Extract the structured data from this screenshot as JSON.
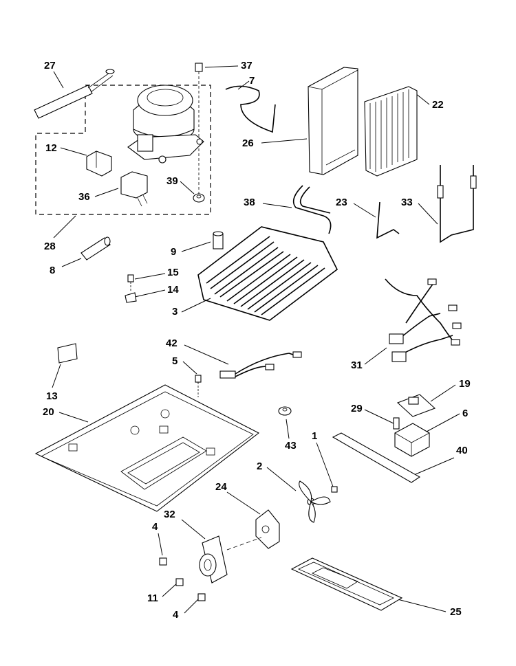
{
  "callouts": [
    {
      "id": "27",
      "label": "27"
    },
    {
      "id": "37",
      "label": "37"
    },
    {
      "id": "7",
      "label": "7"
    },
    {
      "id": "22",
      "label": "22"
    },
    {
      "id": "12",
      "label": "12"
    },
    {
      "id": "26",
      "label": "26"
    },
    {
      "id": "39",
      "label": "39"
    },
    {
      "id": "36",
      "label": "36"
    },
    {
      "id": "38",
      "label": "38"
    },
    {
      "id": "23",
      "label": "23"
    },
    {
      "id": "33",
      "label": "33"
    },
    {
      "id": "28",
      "label": "28"
    },
    {
      "id": "9",
      "label": "9"
    },
    {
      "id": "8",
      "label": "8"
    },
    {
      "id": "15",
      "label": "15"
    },
    {
      "id": "14",
      "label": "14"
    },
    {
      "id": "3",
      "label": "3"
    },
    {
      "id": "42",
      "label": "42"
    },
    {
      "id": "31",
      "label": "31"
    },
    {
      "id": "5",
      "label": "5"
    },
    {
      "id": "13",
      "label": "13"
    },
    {
      "id": "19",
      "label": "19"
    },
    {
      "id": "20",
      "label": "20"
    },
    {
      "id": "29",
      "label": "29"
    },
    {
      "id": "6",
      "label": "6"
    },
    {
      "id": "43",
      "label": "43"
    },
    {
      "id": "1",
      "label": "1"
    },
    {
      "id": "40",
      "label": "40"
    },
    {
      "id": "2",
      "label": "2"
    },
    {
      "id": "24",
      "label": "24"
    },
    {
      "id": "32",
      "label": "32"
    },
    {
      "id": "4a",
      "label": "4"
    },
    {
      "id": "11",
      "label": "11"
    },
    {
      "id": "4b",
      "label": "4"
    },
    {
      "id": "25",
      "label": "25"
    }
  ]
}
